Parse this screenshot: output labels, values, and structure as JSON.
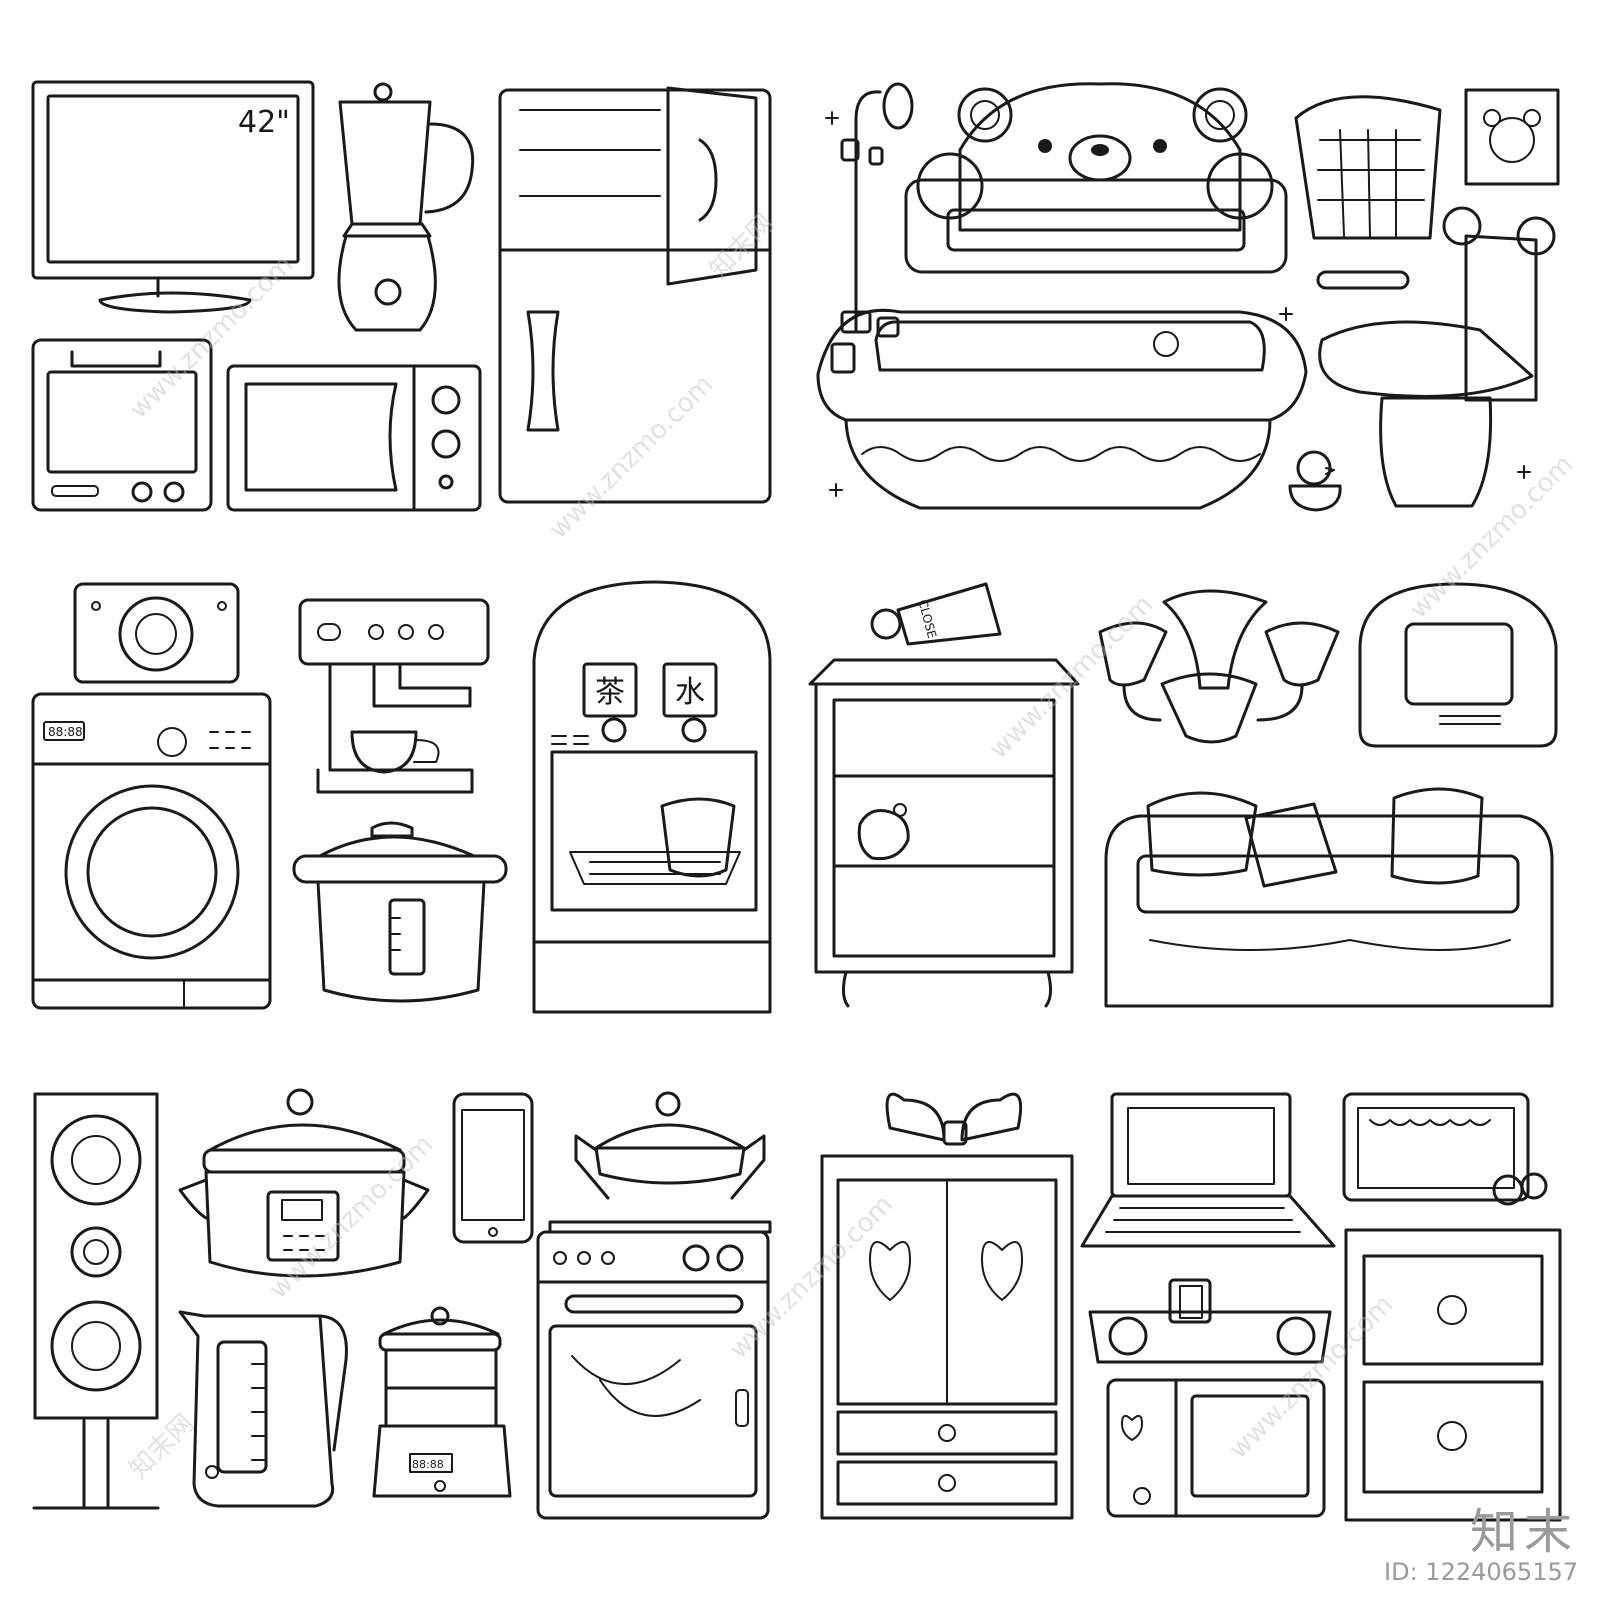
{
  "tv_screen_size": "42\"",
  "dispenser_labels": [
    "茶",
    "水"
  ],
  "washer_display": "88:88",
  "tube_text": "CLOSE",
  "steamer_display": "88:88",
  "watermark": {
    "site": "www.znzmo.com",
    "cn_name": "知末网",
    "logo_text": "知末",
    "image_id": "ID: 1224065157"
  },
  "icons": [
    "tv-icon",
    "blender-icon",
    "fridge-icon",
    "toaster-oven-icon",
    "microwave-icon",
    "shower-head-icon",
    "bear-sofa-icon",
    "laundry-basket-icon",
    "bear-frame-icon",
    "bear-toilet-icon",
    "bathtub-icon",
    "rubber-duck-icon",
    "camera-icon",
    "washing-machine-icon",
    "coffee-machine-icon",
    "pressure-cooker-icon",
    "water-dispenser-icon",
    "lotion-tube-icon",
    "shelf-icon",
    "chandelier-icon",
    "tv-radio-icon",
    "sofa-icon",
    "speaker-icon",
    "slow-cooker-icon",
    "phone-icon",
    "pan-icon",
    "stove-icon",
    "kettle-icon",
    "steamer-icon",
    "wardrobe-icon",
    "laptop-icon",
    "wall-tv-icon",
    "cabinet-icon",
    "stereo-icon",
    "microwave-small-icon"
  ]
}
